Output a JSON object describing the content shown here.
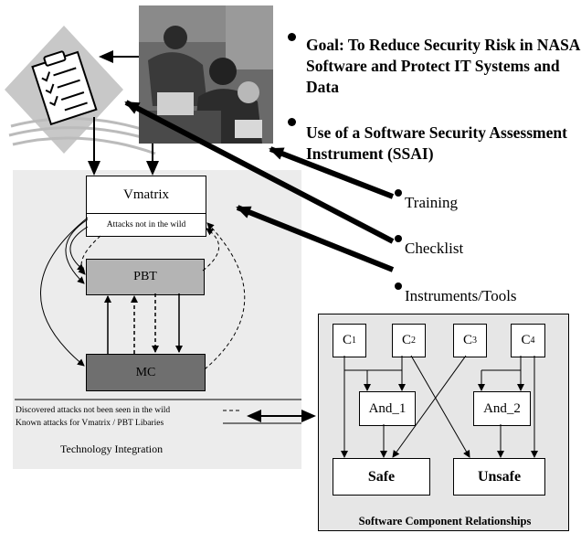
{
  "bullets": {
    "goal": "Goal:   To Reduce Security Risk in NASA Software and Protect IT Systems and Data",
    "ssai": "Use of a Software Security Assessment Instrument (SSAI)"
  },
  "side_items": [
    "Training",
    "Checklist",
    "Instruments/Tools"
  ],
  "tech_panel": {
    "vmatrix": "Vmatrix",
    "vmatrix_sub": "Attacks not in the wild",
    "pbt": "PBT",
    "mc": "MC",
    "legend_dashed": "Discovered attacks not been seen in the wild",
    "legend_solid": "Known attacks for Vmatrix / PBT Libaries",
    "caption": "Technology Integration"
  },
  "scr_panel": {
    "c1": "C",
    "c1_sub": "1",
    "c2": "C",
    "c2_sub": "2",
    "c3": "C",
    "c3_sub": "3",
    "c4": "C",
    "c4_sub": "4",
    "and1": "And_1",
    "and2": "And_2",
    "safe": "Safe",
    "unsafe": "Unsafe",
    "caption": "Software Component Relationships"
  },
  "icons": [
    "clipboard-checklist-icon",
    "meeting-photo"
  ],
  "colors": {
    "panel_bg": "#ececec",
    "vmatrix_fill": "#ffffff",
    "pbt_fill": "#b4b4b4",
    "mc_fill": "#6f6f6f",
    "scr_bg": "#e6e6e6"
  }
}
